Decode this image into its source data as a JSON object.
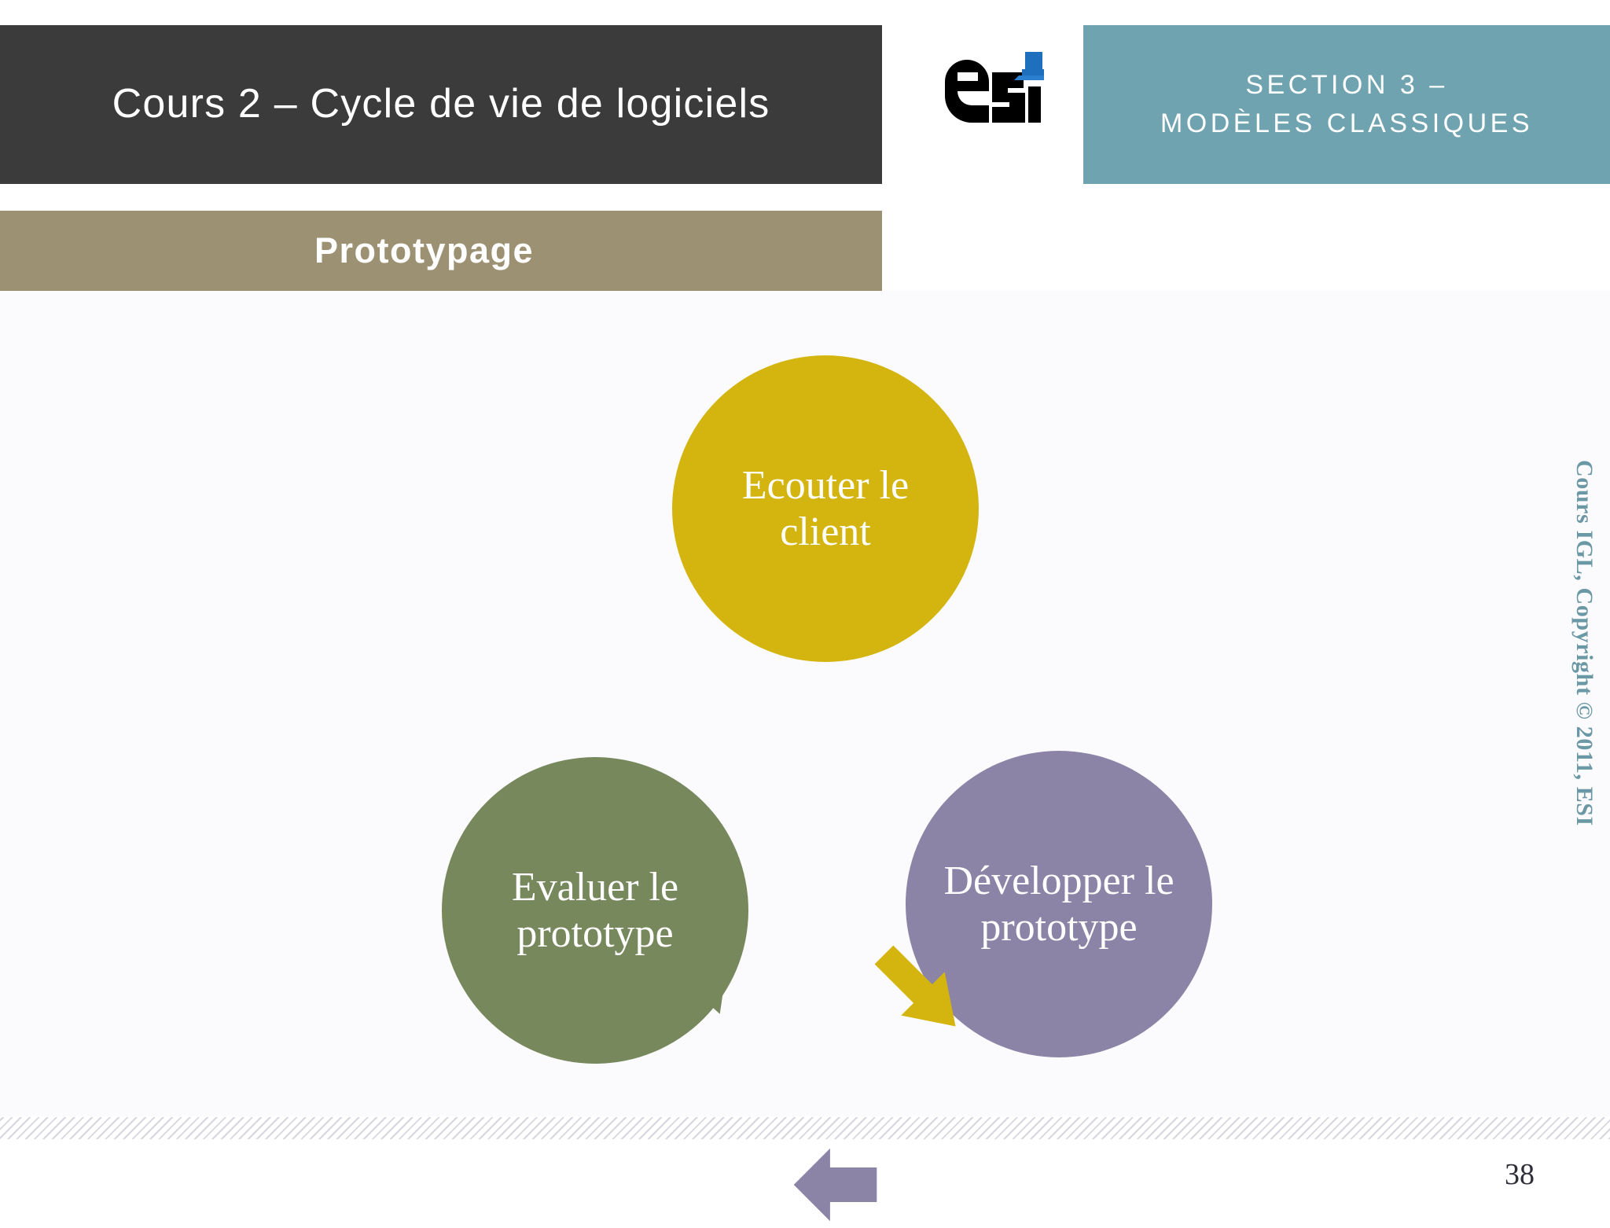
{
  "header": {
    "course_title": "Cours 2 – Cycle de vie de logiciels",
    "logo_name": "esi-logo",
    "logo_text": "esi",
    "section_line_1": "SECTION 3 –",
    "section_line_2": "MODÈLES CLASSIQUES",
    "colors": {
      "title_bar": "#3b3b3b",
      "section_bar": "#6fa3b0",
      "logo_black": "#000000",
      "logo_blue": "#1f6fbf"
    }
  },
  "subtitle": {
    "text": "Prototypage",
    "bar_color": "#9d9173"
  },
  "diagram": {
    "type": "cycle",
    "title": "Prototypage",
    "nodes": [
      {
        "id": "listen",
        "label": "Ecouter le client",
        "color": "#d4b510"
      },
      {
        "id": "develop",
        "label": "Développer le prototype",
        "color": "#8b84a6"
      },
      {
        "id": "evaluate",
        "label": "Evaluer le prototype",
        "color": "#77885d"
      }
    ],
    "arrows": [
      {
        "id": "listen-to-develop",
        "from": "listen",
        "to": "develop",
        "color": "#d4b510",
        "direction": "down-right"
      },
      {
        "id": "develop-to-evaluate",
        "from": "develop",
        "to": "evaluate",
        "color": "#8b84a6",
        "direction": "left"
      },
      {
        "id": "evaluate-to-listen",
        "from": "evaluate",
        "to": "listen",
        "color": "#77885d",
        "direction": "up-right"
      }
    ]
  },
  "side": {
    "copyright": "Cours IGL, Copyright © 2011, ESI",
    "color": "#6b98a5"
  },
  "footer": {
    "page_number": "38"
  }
}
